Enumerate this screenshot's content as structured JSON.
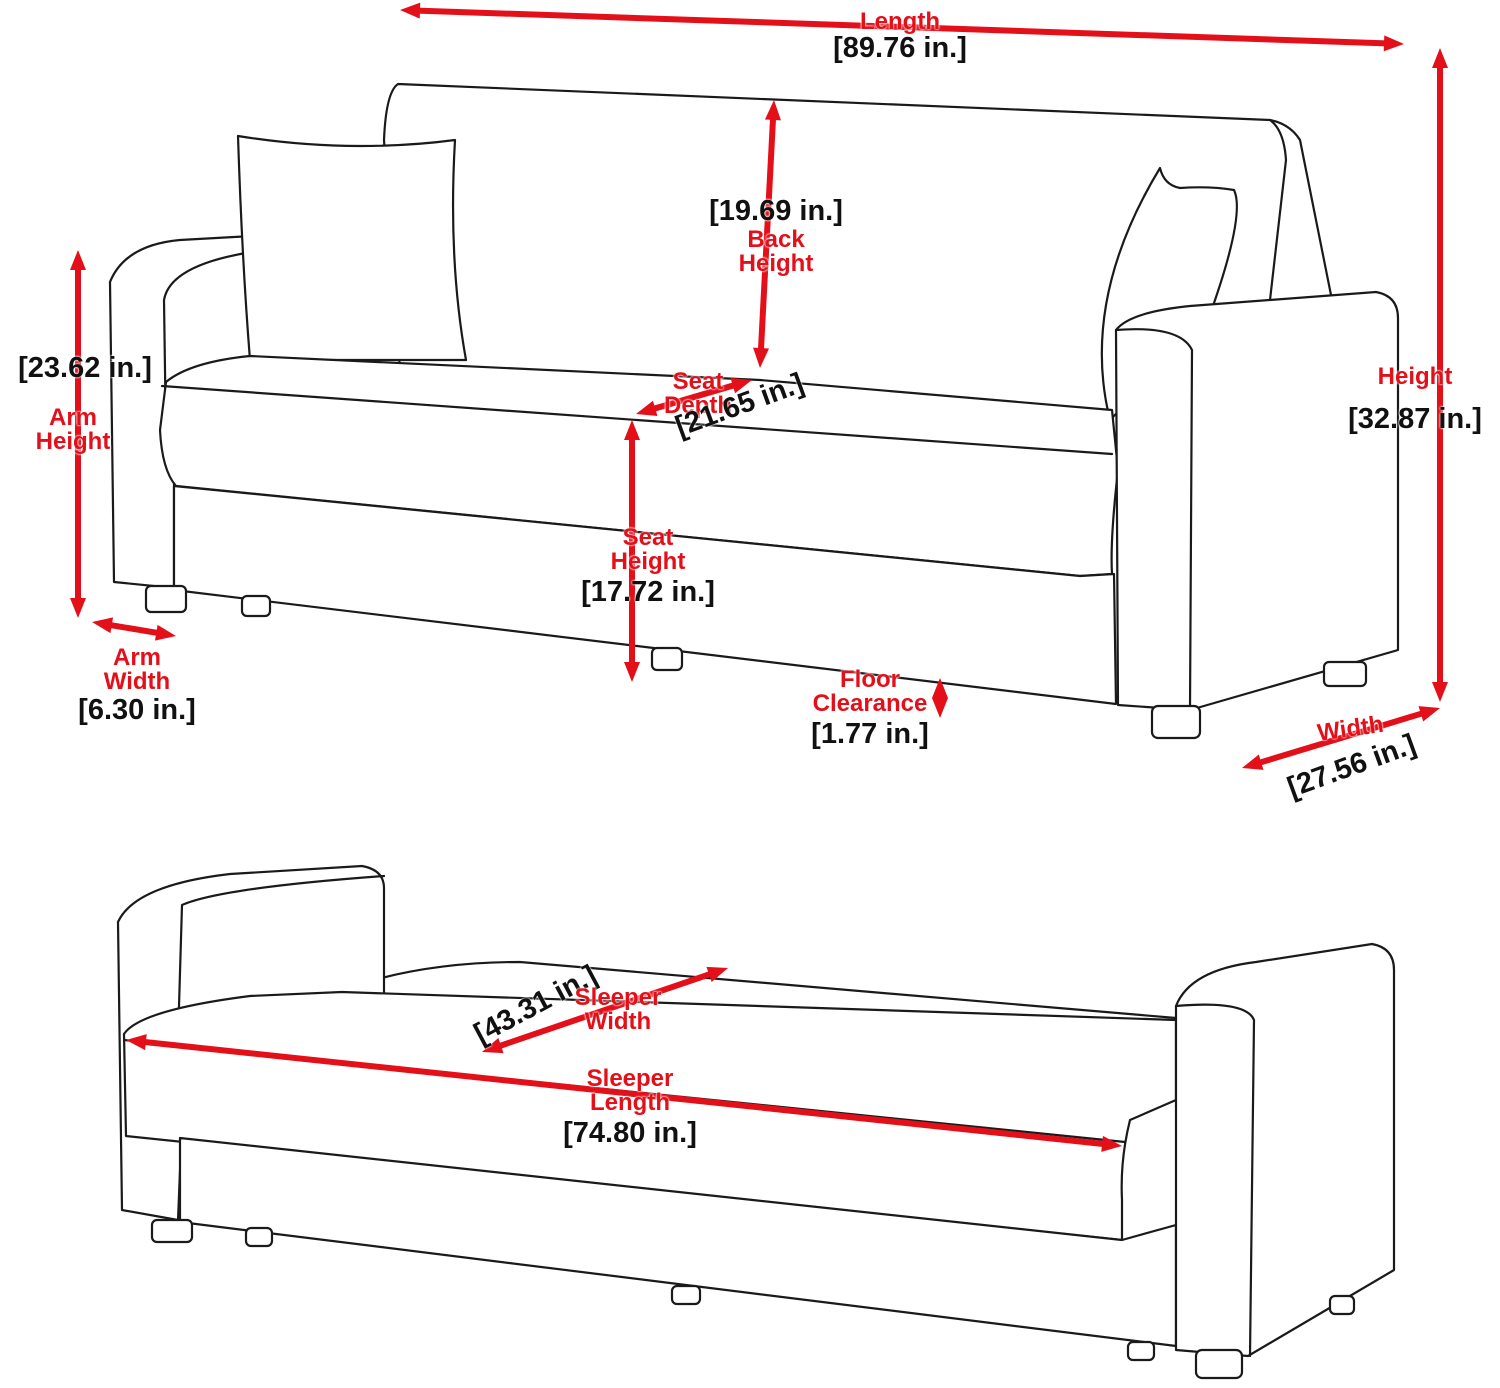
{
  "colors": {
    "dimension": "#e3101a",
    "outline": "#1a1a1a",
    "background": "#ffffff"
  },
  "dimensions": {
    "length": {
      "label": "Length",
      "value": "[89.76 in.]"
    },
    "back_height": {
      "label_1": "Back",
      "label_2": "Height",
      "value": "[19.69 in.]"
    },
    "arm_height": {
      "label_1": "Arm",
      "label_2": "Height",
      "value": "[23.62 in.]"
    },
    "seat_depth": {
      "label_1": "Seat",
      "label_2": "Depth",
      "value": "[21.65 in.]"
    },
    "seat_height": {
      "label_1": "Seat",
      "label_2": "Height",
      "value": "[17.72 in.]"
    },
    "arm_width": {
      "label_1": "Arm",
      "label_2": "Width",
      "value": "[6.30 in.]"
    },
    "floor_clearance": {
      "label_1": "Floor",
      "label_2": "Clearance",
      "value": "[1.77 in.]"
    },
    "height": {
      "label": "Height",
      "value": "[32.87 in.]"
    },
    "width": {
      "label": "Width",
      "value": "[27.56 in.]"
    },
    "sleeper_width": {
      "label_1": "Sleeper",
      "label_2": "Width",
      "value": "[43.31 in.]"
    },
    "sleeper_length": {
      "label_1": "Sleeper",
      "label_2": "Length",
      "value": "[74.80 in.]"
    }
  }
}
